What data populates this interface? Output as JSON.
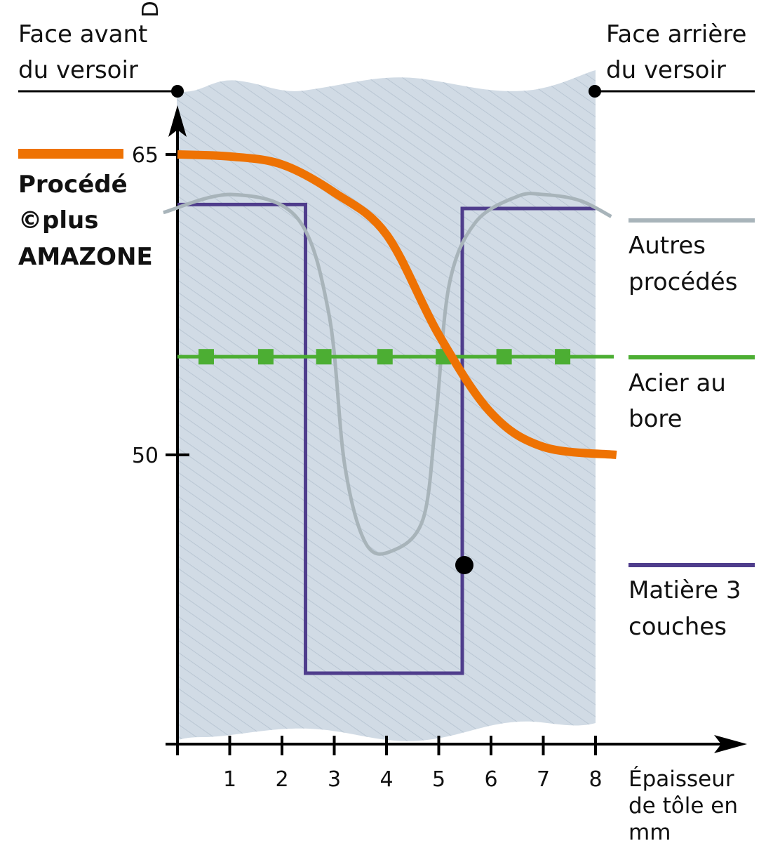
{
  "chart_data": {
    "type": "line",
    "title": "",
    "xlabel": "Épaisseur de tôle en mm",
    "xlabel_lines": [
      "Épaisseur",
      "de tôle en",
      "mm"
    ],
    "ylabel": "Degré de trempe en HRC",
    "xlim": [
      0,
      8
    ],
    "ylim": [
      35.5,
      67
    ],
    "x_ticks": [
      "1",
      "2",
      "3",
      "4",
      "5",
      "6",
      "7",
      "8"
    ],
    "y_ticks": [
      "65",
      "50"
    ],
    "top_labels": {
      "left": [
        "Face avant",
        "du versoir"
      ],
      "right": [
        "Face arrière",
        "du versoir"
      ]
    },
    "series": [
      {
        "name": "Procédé ©plus AMAZONE",
        "label_lines": [
          "Procédé",
          "©plus",
          "AMAZONE"
        ],
        "color": "#ee7203",
        "points": [
          [
            0,
            65
          ],
          [
            1,
            64.9
          ],
          [
            2,
            64.5
          ],
          [
            3,
            63.1
          ],
          [
            4,
            61.0
          ],
          [
            5,
            56.0
          ],
          [
            6,
            52.1
          ],
          [
            7,
            50.4
          ],
          [
            8.4,
            50
          ]
        ]
      },
      {
        "name": "Autres procédés",
        "label_lines": [
          "Autres",
          "procédés"
        ],
        "color": "#a8b4ba",
        "points": [
          [
            -0.27,
            62.1
          ],
          [
            1.05,
            63.0
          ],
          [
            2.3,
            61.8
          ],
          [
            2.9,
            57
          ],
          [
            3.2,
            49.5
          ],
          [
            3.6,
            45.6
          ],
          [
            4.1,
            45.2
          ],
          [
            4.7,
            46.8
          ],
          [
            4.95,
            52
          ],
          [
            5.2,
            58.5
          ],
          [
            5.7,
            61.6
          ],
          [
            6.5,
            62.9
          ],
          [
            7,
            63.0
          ],
          [
            7.7,
            62.7
          ],
          [
            8.3,
            61.9
          ]
        ]
      },
      {
        "name": "Acier au bore",
        "label_lines": [
          "Acier au",
          "bore"
        ],
        "color": "#4cae33",
        "points": [
          [
            0,
            54.9
          ],
          [
            8.35,
            54.9
          ]
        ],
        "markers": [
          0.55,
          1.69,
          2.8,
          3.97,
          5.09,
          6.25,
          7.37
        ]
      },
      {
        "name": "Matière 3 couches",
        "label_lines": [
          "Matière 3",
          "couches"
        ],
        "color": "#4f3d8c",
        "points": [
          [
            0,
            62.5
          ],
          [
            2.45,
            62.5
          ],
          [
            2.45,
            39.1
          ],
          [
            5.45,
            39.1
          ],
          [
            5.45,
            62.3
          ],
          [
            8,
            62.3
          ]
        ]
      }
    ]
  }
}
